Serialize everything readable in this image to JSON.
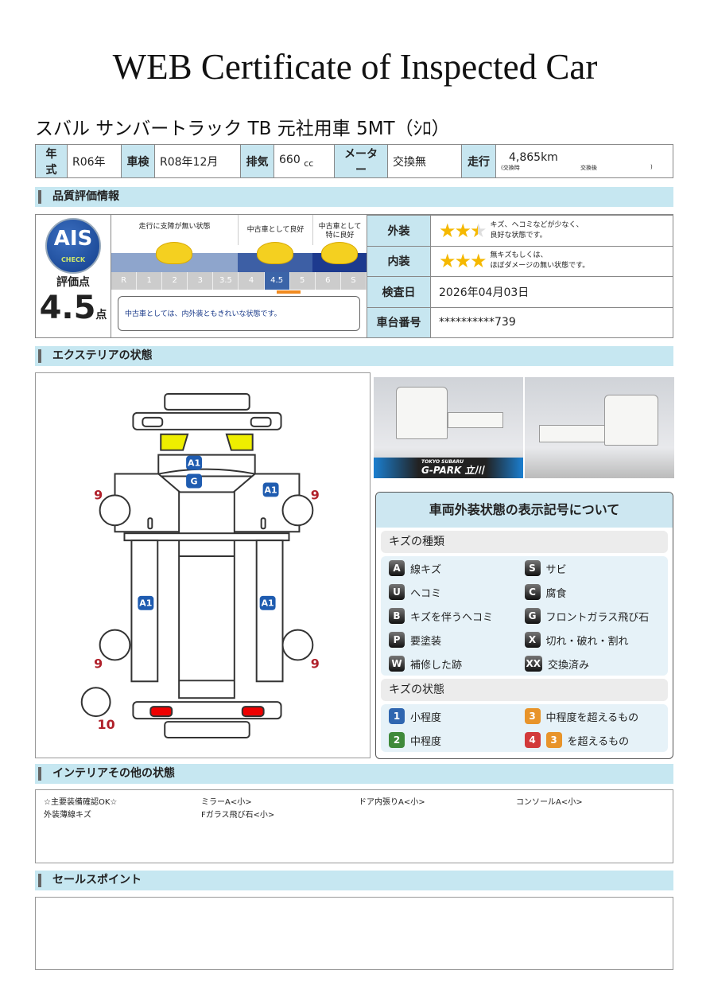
{
  "title": "WEB Certificate of Inspected Car",
  "car_name": "スバル サンバートラック TB 元社用車 5MT（ｼﾛ）",
  "spec": {
    "year_label": "年式",
    "year": "R06年",
    "shaken_label": "車検",
    "shaken": "R08年12月",
    "displacement_label": "排気",
    "displacement": "660",
    "displacement_unit": "cc",
    "meter_label": "メーター",
    "meter": "交換無",
    "mileage_label": "走行",
    "mileage": "4,865km",
    "mileage_sub1": "(交換時",
    "mileage_sub2": "交換後",
    "mileage_sub3": ")"
  },
  "quality": {
    "section": "品質評価情報",
    "logo": "AIS",
    "logo_sub": "CHECK",
    "score_label": "評価点",
    "score": "4.5",
    "score_unit": "点",
    "headers": [
      "走行に支障が無い状態",
      "中古車として良好",
      "中古車として特に良好"
    ],
    "steps": [
      "R",
      "1",
      "2",
      "3",
      "3.5",
      "4",
      "4.5",
      "5",
      "6",
      "S"
    ],
    "selected_step": "4.5",
    "comment": "中古車としては、内外装ともきれいな状態です。",
    "exterior_label": "外装",
    "exterior_stars": 2.5,
    "exterior_desc1": "キズ、ヘコミなどが少なく、",
    "exterior_desc2": "良好な状態です。",
    "interior_label": "内装",
    "interior_stars": 3,
    "interior_desc1": "無キズもしくは、",
    "interior_desc2": "ほぼダメージの無い状態です。",
    "date_label": "検査日",
    "date": "2026年04月03日",
    "vin_label": "車台番号",
    "vin": "**********739"
  },
  "exterior": {
    "section": "エクステリアの状態",
    "marks": {
      "a1": "A1",
      "g": "G",
      "nine": "9",
      "ten": "10"
    },
    "photo_banner_sub": "TOKYO SUBARU",
    "photo_banner": "G-PARK 立川"
  },
  "legend": {
    "title": "車両外装状態の表示記号について",
    "types_title": "キズの種類",
    "types": [
      {
        "c": "A",
        "t": "線キズ"
      },
      {
        "c": "S",
        "t": "サビ"
      },
      {
        "c": "U",
        "t": "ヘコミ"
      },
      {
        "c": "C",
        "t": "腐食"
      },
      {
        "c": "B",
        "t": "キズを伴うヘコミ"
      },
      {
        "c": "G",
        "t": "フロントガラス飛び石"
      },
      {
        "c": "P",
        "t": "要塗装"
      },
      {
        "c": "X",
        "t": "切れ・破れ・割れ"
      },
      {
        "c": "W",
        "t": "補修した跡"
      },
      {
        "c": "XX",
        "t": "交換済み"
      }
    ],
    "levels_title": "キズの状態",
    "levels": [
      {
        "c": "1",
        "t": "小程度"
      },
      {
        "c": "3",
        "t": "中程度を超えるもの"
      },
      {
        "c": "2",
        "t": "中程度"
      },
      {
        "c": "4",
        "c2": "3",
        "t": "を超えるもの"
      }
    ],
    "colors": {
      "1": "#2f66b0",
      "2": "#3f8a3a",
      "3": "#e8942a",
      "4": "#d23a3a"
    }
  },
  "interior": {
    "section": "インテリアその他の状態",
    "items": [
      "☆主要装備確認OK☆",
      "ミラーA<小>",
      "ドア内張りA<小>",
      "コンソールA<小>",
      "外装薄線キズ",
      "Fガラス飛び石<小>"
    ]
  },
  "sales": {
    "section": "セールスポイント"
  }
}
